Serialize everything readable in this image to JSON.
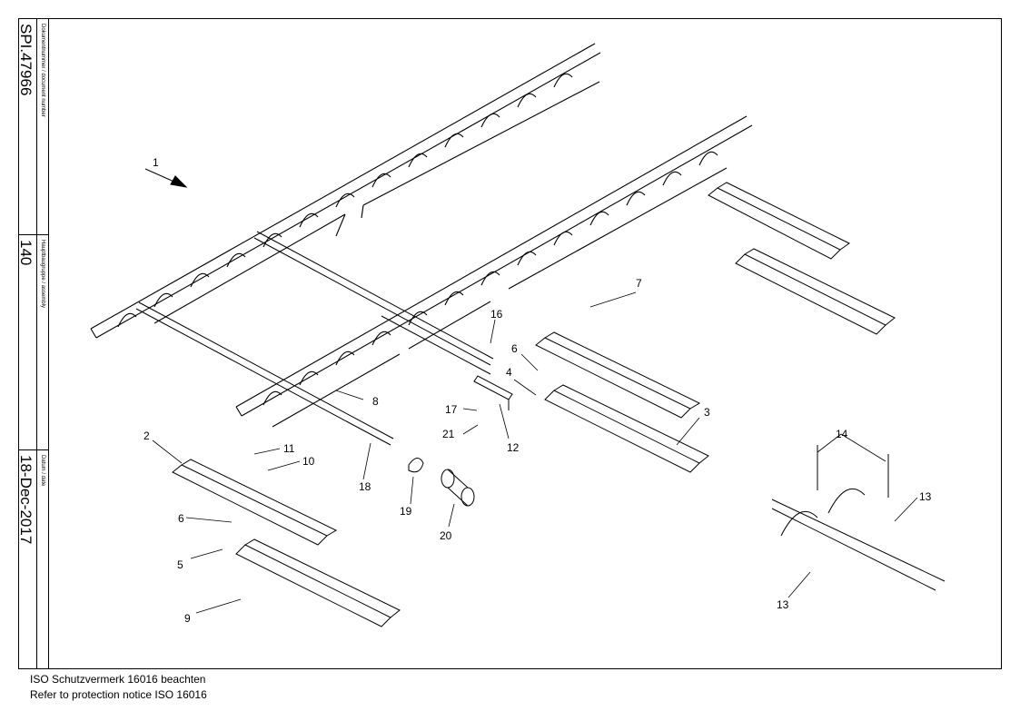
{
  "title_block": {
    "document_label": "Dokumentnummer / document number",
    "document_number": "SPI.47966",
    "assembly_label": "Hauptbaugruppe / assembly",
    "assembly_number": "140",
    "date_label": "Datum / date",
    "date": "18-Dec-2017"
  },
  "notice": {
    "line1": "ISO Schutzvermerk 16016 beachten",
    "line2": "Refer to protection notice ISO 16016"
  },
  "callouts": [
    "1",
    "2",
    "3",
    "4",
    "5",
    "6",
    "6",
    "7",
    "8",
    "9",
    "10",
    "11",
    "12",
    "13",
    "13",
    "14",
    "16",
    "17",
    "18",
    "19",
    "20",
    "21"
  ]
}
